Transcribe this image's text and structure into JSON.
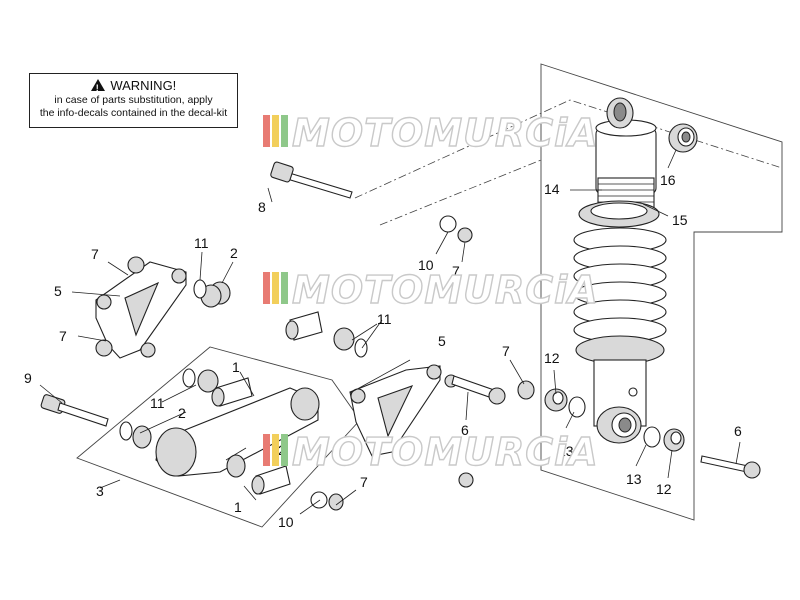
{
  "warning": {
    "title": "WARNING!",
    "line1": "in case of parts substitution, apply",
    "line2": "the info-decals contained in the decal-kit"
  },
  "watermark": {
    "text": "MOTOMURCiA"
  },
  "callouts": [
    "1",
    "1",
    "2",
    "2",
    "2",
    "3",
    "5",
    "5",
    "6",
    "6",
    "7",
    "7",
    "7",
    "7",
    "7",
    "8",
    "9",
    "10",
    "10",
    "11",
    "11",
    "11",
    "12",
    "12",
    "13",
    "13",
    "14",
    "15",
    "16"
  ],
  "colors": {
    "watermark_stripe_red": "#e87b73",
    "watermark_stripe_yellow": "#f2cf5b",
    "watermark_stripe_green": "#8fc88a",
    "line": "#222222"
  }
}
